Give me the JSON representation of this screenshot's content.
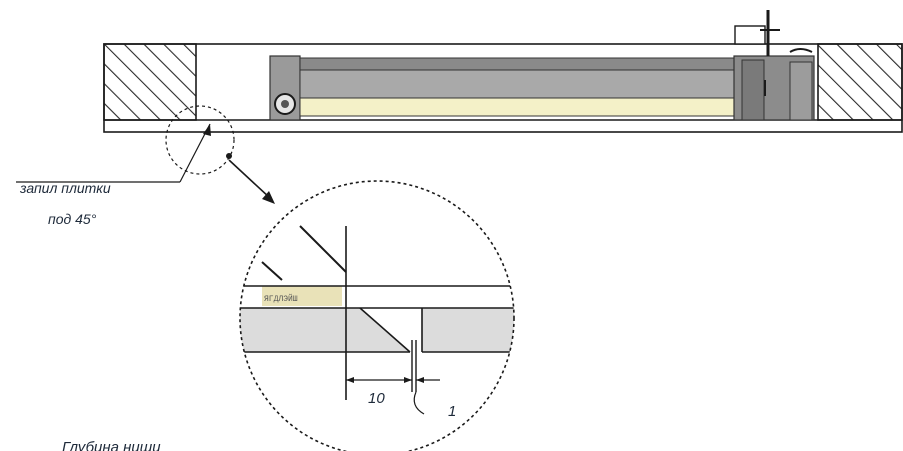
{
  "labels": {
    "tile_cut_line1": "запил плитки",
    "tile_cut_line2": "под 45°",
    "dimension_10": "10",
    "dimension_1": "1",
    "niche_depth": "Глубина ниши"
  },
  "colors": {
    "line": "#1a1a1a",
    "hatch": "#2a2a2a",
    "mechanism_gray": "#9a9a9a",
    "mechanism_dark": "#6e6e6e",
    "light_strip": "#f4f1c8",
    "detail_fill": "#dcdcdc",
    "adhesive_fill": "#e9e2b8"
  }
}
